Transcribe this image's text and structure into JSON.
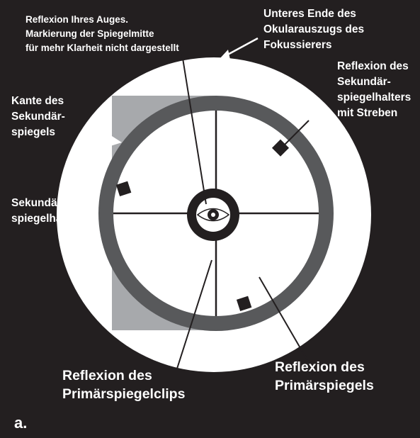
{
  "labels": {
    "eye_reflection": [
      "Reflexion Ihres Auges.",
      "Markierung der Spiegelmitte",
      "für mehr Klarheit nicht dargestellt"
    ],
    "focuser_end": [
      "Unteres Ende des",
      "Okularauszugs des",
      "Fokussierers"
    ],
    "holder_reflection": [
      "Reflexion des",
      "Sekundär-",
      "spiegelhalters",
      "mit Streben"
    ],
    "secondary_edge": [
      "Kante des",
      "Sekundär-",
      "spiegels"
    ],
    "secondary_holder": [
      "Sekundär-",
      "spiegelhalter"
    ],
    "clip_reflection": [
      "Reflexion des",
      "Primärspiegelclips"
    ],
    "primary_reflection": [
      "Reflexion des",
      "Primärspiegels"
    ],
    "panel_letter": "a."
  },
  "colors": {
    "background": "#231f20",
    "focuser_disc": "#ffffff",
    "secondary_holder": "#a7a9ac",
    "holder_ring": "#58595b",
    "primary_reflection": "#ffffff",
    "strut": "#231f20",
    "eye_iris": "#231f20"
  }
}
